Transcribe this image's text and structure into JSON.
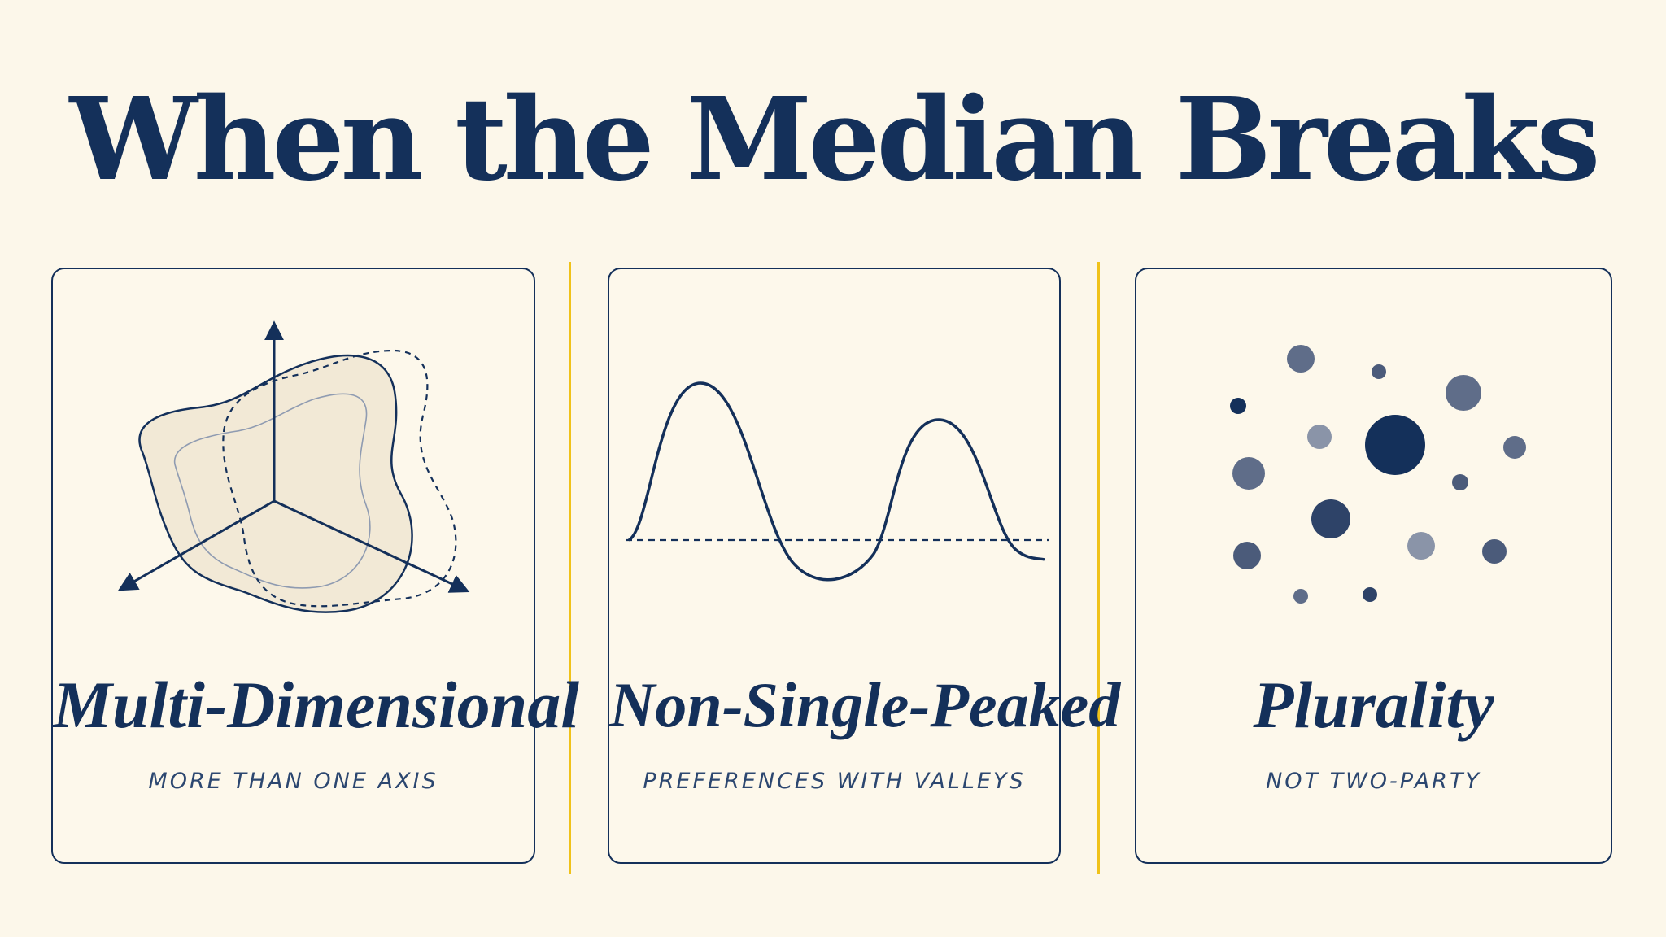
{
  "title": "When the Median Breaks",
  "colors": {
    "navy": "#14305a",
    "accent": "#f0c21a",
    "background": "#fcf7ea"
  },
  "panels": [
    {
      "title": "Multi-Dimensional",
      "subtitle": "MORE THAN ONE AXIS",
      "icon": "3d-axes-blob-icon"
    },
    {
      "title": "Non-Single-Peaked",
      "subtitle": "PREFERENCES WITH VALLEYS",
      "icon": "bimodal-curve-icon"
    },
    {
      "title": "Plurality",
      "subtitle": "NOT TWO-PARTY",
      "icon": "scattered-dots-icon"
    }
  ]
}
